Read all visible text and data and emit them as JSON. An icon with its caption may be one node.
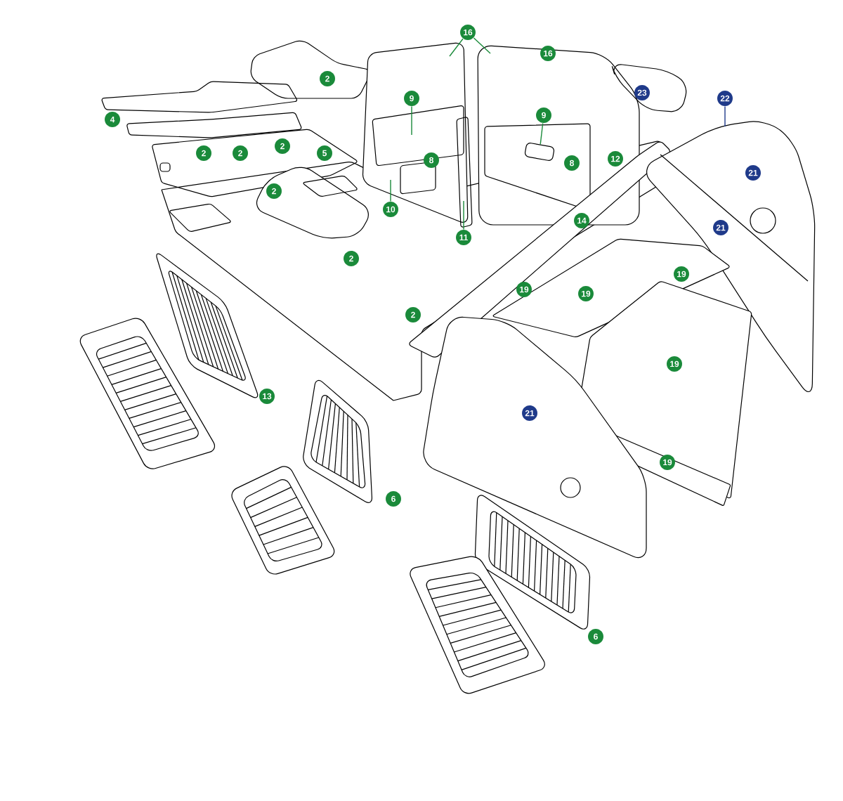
{
  "diagram": {
    "nodes": [
      {
        "text": [
          "16"
        ]
      },
      {
        "text": [
          "16"
        ]
      },
      {
        "text": [
          "2"
        ]
      },
      {
        "text": [
          "23"
        ]
      },
      {
        "text": [
          "22"
        ]
      },
      {
        "text": [
          "9"
        ]
      },
      {
        "text": [
          "9"
        ]
      },
      {
        "text": [
          "4"
        ]
      },
      {
        "text": [
          "2"
        ]
      },
      {
        "text": [
          "2"
        ]
      },
      {
        "text": [
          "2"
        ]
      },
      {
        "text": [
          "5"
        ]
      },
      {
        "text": [
          "12"
        ]
      },
      {
        "text": [
          "8"
        ]
      },
      {
        "text": [
          "8"
        ]
      },
      {
        "text": [
          "21"
        ]
      },
      {
        "text": [
          "2"
        ]
      },
      {
        "text": [
          "10"
        ]
      },
      {
        "text": [
          "14"
        ]
      },
      {
        "text": [
          "21"
        ]
      },
      {
        "text": [
          "11"
        ]
      },
      {
        "text": [
          "2"
        ]
      },
      {
        "text": [
          "19"
        ]
      },
      {
        "text": [
          "19"
        ]
      },
      {
        "text": [
          "19"
        ]
      },
      {
        "text": [
          "2"
        ]
      },
      {
        "text": [
          "19"
        ]
      },
      {
        "text": [
          "13"
        ]
      },
      {
        "text": [
          "21"
        ]
      },
      {
        "text": [
          "19"
        ]
      },
      {
        "text": [
          "6"
        ]
      },
      {
        "text": [
          "6"
        ]
      },
      {
        "text": [],
        "shape": "box"
      }
    ],
    "edges": [
      {
        "from": 0,
        "to": null,
        "arrow": "none"
      },
      {
        "from": 0,
        "to": null,
        "arrow": "none"
      },
      {
        "from": 4,
        "to": null,
        "arrow": "none",
        "color": "#1f3a8a"
      },
      {
        "from": 5,
        "to": null,
        "arrow": "none"
      },
      {
        "from": 6,
        "to": 32,
        "arrow": "none"
      },
      {
        "from": 17,
        "to": null,
        "arrow": "none"
      },
      {
        "from": 20,
        "to": null,
        "arrow": "none"
      }
    ]
  }
}
